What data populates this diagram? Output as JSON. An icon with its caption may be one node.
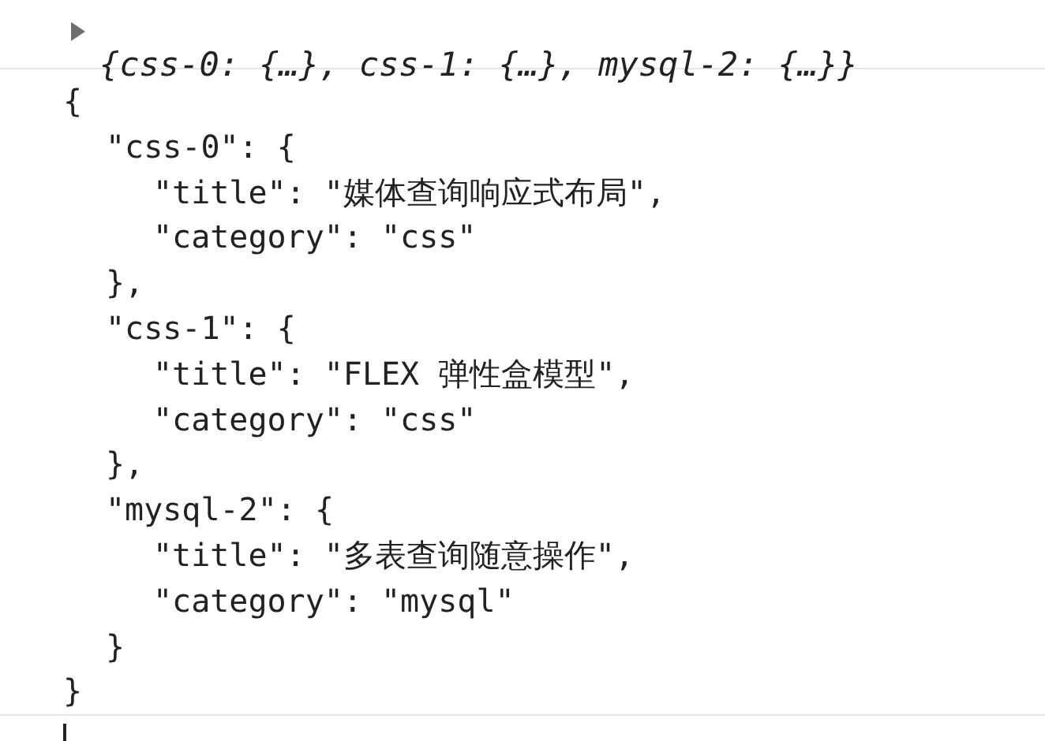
{
  "diagram": {
    "labels": [
      "{css-0: {…}, css-1: {…}, mysql-2: {…}}",
      "{",
      "\"css-0\": {",
      "\"title\": \"媒体查询响应式布局\",",
      "\"category\": \"css\"",
      "},",
      "\"css-1\": {",
      "\"title\": \"FLEX 弹性盒模型\",",
      "\"category\": \"css\"",
      "},",
      "\"mysql-2\": {",
      "\"title\": \"多表查询随意操作\",",
      "\"category\": \"mysql\"",
      "}",
      "}"
    ]
  }
}
